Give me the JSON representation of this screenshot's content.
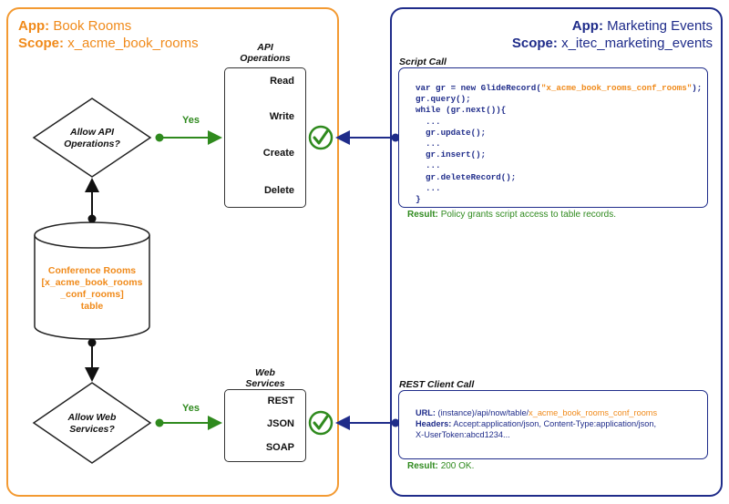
{
  "left_app": {
    "app_label": "App:",
    "app_name": "Book Rooms",
    "scope_label": "Scope:",
    "scope_name": "x_acme_book_rooms"
  },
  "right_app": {
    "app_label": "App:",
    "app_name": "Marketing Events",
    "scope_label": "Scope:",
    "scope_name": "x_itec_marketing_events"
  },
  "api_ops": {
    "title_line1": "API",
    "title_line2": "Operations",
    "items": [
      "Read",
      "Write",
      "Create",
      "Delete"
    ]
  },
  "web_services": {
    "title_line1": "Web",
    "title_line2": "Services",
    "items": [
      "REST",
      "JSON",
      "SOAP"
    ]
  },
  "decisions": {
    "api_line1": "Allow API",
    "api_line2": "Operations?",
    "web_line1": "Allow Web",
    "web_line2": "Services?",
    "yes_label": "Yes"
  },
  "table": {
    "line1": "Conference Rooms",
    "line2": "[x_acme_book_rooms",
    "line3": "_conf_rooms]",
    "line4": "table"
  },
  "script_call": {
    "title": "Script Call",
    "line1_pre": "var gr = new GlideRecord(",
    "line1_str": "\"x_acme_book_rooms_conf_rooms\"",
    "line1_post": ");",
    "lines": [
      "gr.query();",
      "while (gr.next()){",
      "  ...",
      "  gr.update();",
      "  ...",
      "  gr.insert();",
      "  ...",
      "  gr.deleteRecord();",
      "  ...",
      "}"
    ],
    "result_label": "Result:",
    "result_text": "Policy grants script access to table records."
  },
  "rest_call": {
    "title": "REST Client Call",
    "url_label": "URL:",
    "url_text": "(instance)/api/now/table/",
    "url_table": "x_acme_book_rooms_conf_rooms",
    "headers_label": "Headers:",
    "headers_text": "Accept:application/json, Content-Type:application/json,",
    "token_text": "X-UserToken:abcd1234...",
    "result_label": "Result:",
    "result_text": "200 OK."
  },
  "colors": {
    "orange": "#f39a32",
    "navy": "#1f2c8a",
    "green": "#2f8a1e"
  }
}
